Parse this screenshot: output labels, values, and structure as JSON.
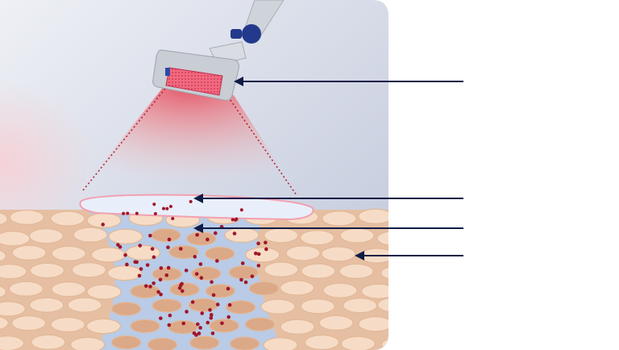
{
  "diagram": {
    "colors": {
      "background_top": "#e9ecf3",
      "background_bottom": "#c3c9dc",
      "skin_cell": "#f6dcc6",
      "skin_cell_edge": "#e2b898",
      "deep_cell": "#dba888",
      "interstitial": "#b9cbe6",
      "gel_layer": "#e9effa",
      "particle": "#a0162a",
      "light_beam": "#e8384a",
      "device_body": "#c9cdd4",
      "device_emitter": "#f0607a",
      "device_knob": "#233a8c",
      "arrow": "#0f1c46"
    },
    "arrows": [
      {
        "target": "device-emitter"
      },
      {
        "target": "gel-layer"
      },
      {
        "target": "particles-in-skin"
      },
      {
        "target": "skin-tissue"
      }
    ]
  }
}
